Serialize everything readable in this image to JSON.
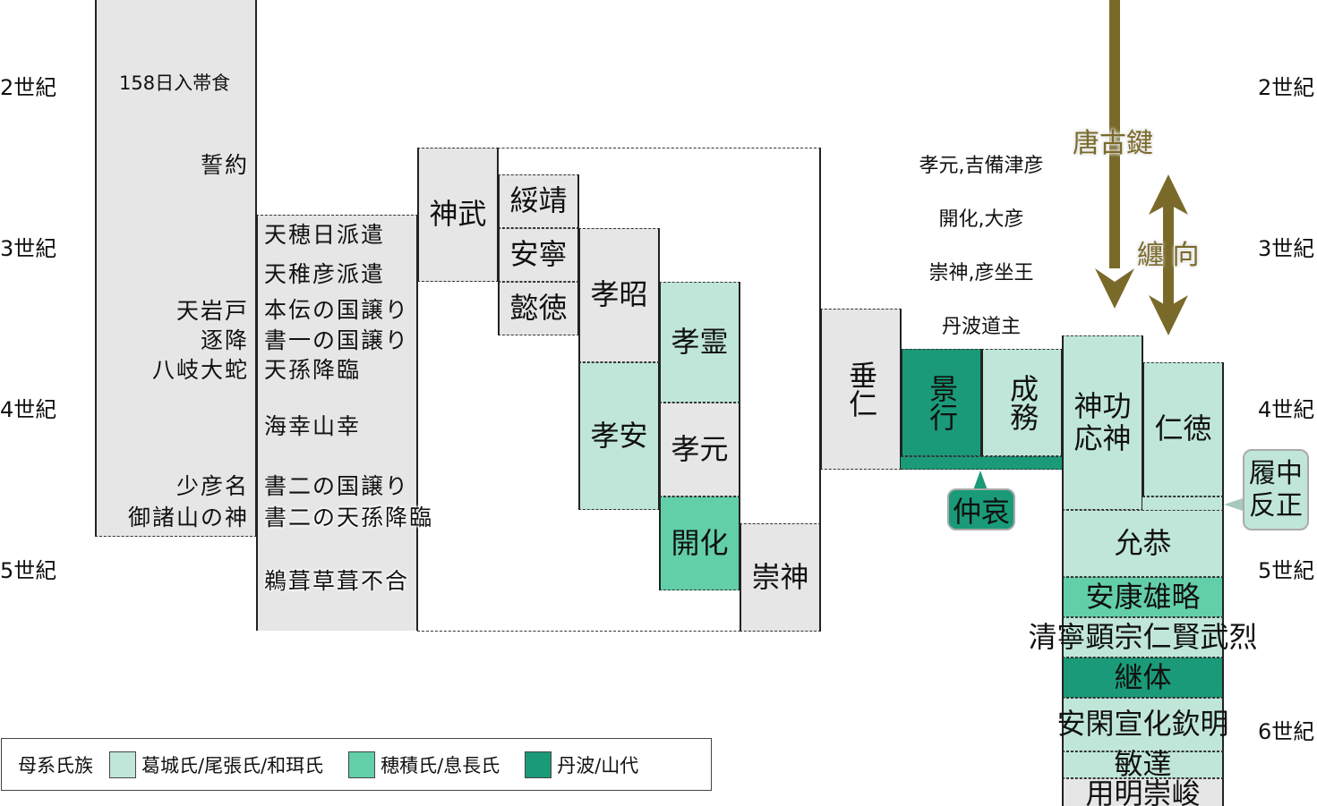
{
  "colors": {
    "gray": "#e6e6e6",
    "light": "#c0e6da",
    "mid": "#62cfa8",
    "dark": "#1a9a78",
    "arrow": "#7a6a2a"
  },
  "centuries": {
    "c2": "2世紀",
    "c3": "3世紀",
    "c4": "4世紀",
    "c5": "5世紀",
    "c6": "6世紀"
  },
  "col_a": [
    "158日入帯食",
    "誓約",
    "天岩戸",
    "逐降",
    "八岐大蛇",
    "少彦名",
    "御諸山の神"
  ],
  "col_b": [
    "天穂日派遣",
    "天稚彦派遣",
    "本伝の国譲り",
    "書一の国譲り",
    "天孫降臨",
    "海幸山幸",
    "書二の国譲り",
    "書二の天孫降臨",
    "鵜葺草葺不合"
  ],
  "emperors": {
    "jimmu": "神武",
    "suizei": "綏靖",
    "annei": "安寧",
    "itoku": "懿徳",
    "kosho": "孝昭",
    "koan": "孝安",
    "korei": "孝霊",
    "kogen": "孝元",
    "kaika": "開化",
    "sujin": "崇神",
    "suinin": "垂仁",
    "keiko": "景行",
    "seimu": "成務",
    "chuai": "仲哀",
    "jingu_ojin": [
      "神功",
      "応神"
    ],
    "nintoku": "仁徳",
    "richu_hanzei": [
      "履中",
      "反正"
    ],
    "ingyo": "允恭",
    "anko_yuryaku": "安康雄略",
    "seinei_etc": "清寧顕宗仁賢武烈",
    "keitai": "継体",
    "ankan_etc": "安閑宣化欽明",
    "bidatsu": "敏達",
    "yomei_sushun": "用明崇峻"
  },
  "annotations": [
    "孝元,吉備津彦",
    "開化,大彦",
    "崇神,彦坐王",
    "丹波道主"
  ],
  "arrows": {
    "karako": "唐古鍵",
    "makimuku": "纏 向"
  },
  "legend": {
    "title": "母系氏族",
    "items": [
      "葛城氏/尾張氏/和珥氏",
      "穂積氏/息長氏",
      "丹波/山代"
    ]
  }
}
